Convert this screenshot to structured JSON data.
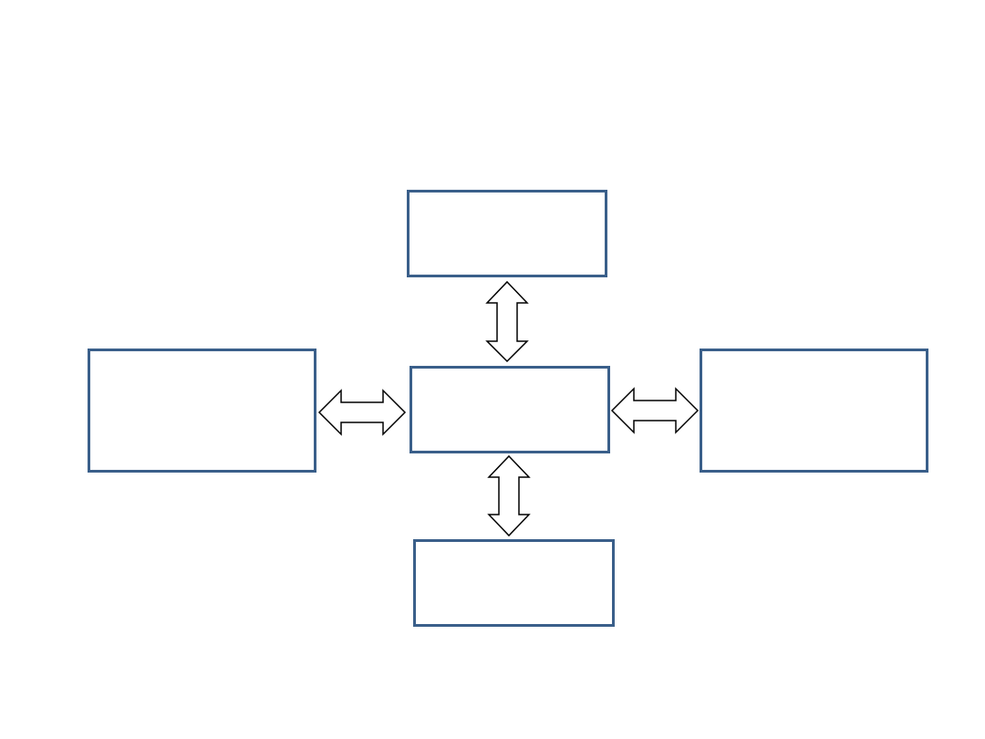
{
  "diagram": {
    "boxes": {
      "top": "",
      "center": "",
      "left": "",
      "right": "",
      "bottom": ""
    },
    "connections": [
      {
        "from": "center",
        "to": "top",
        "arrow": "double-headed"
      },
      {
        "from": "center",
        "to": "bottom",
        "arrow": "double-headed"
      },
      {
        "from": "center",
        "to": "left",
        "arrow": "double-headed"
      },
      {
        "from": "center",
        "to": "right",
        "arrow": "double-headed"
      }
    ],
    "colors": {
      "box_border": "#3a5f8a",
      "arrow_stroke": "#000000",
      "arrow_fill": "#ffffff",
      "background": "#ffffff"
    }
  }
}
